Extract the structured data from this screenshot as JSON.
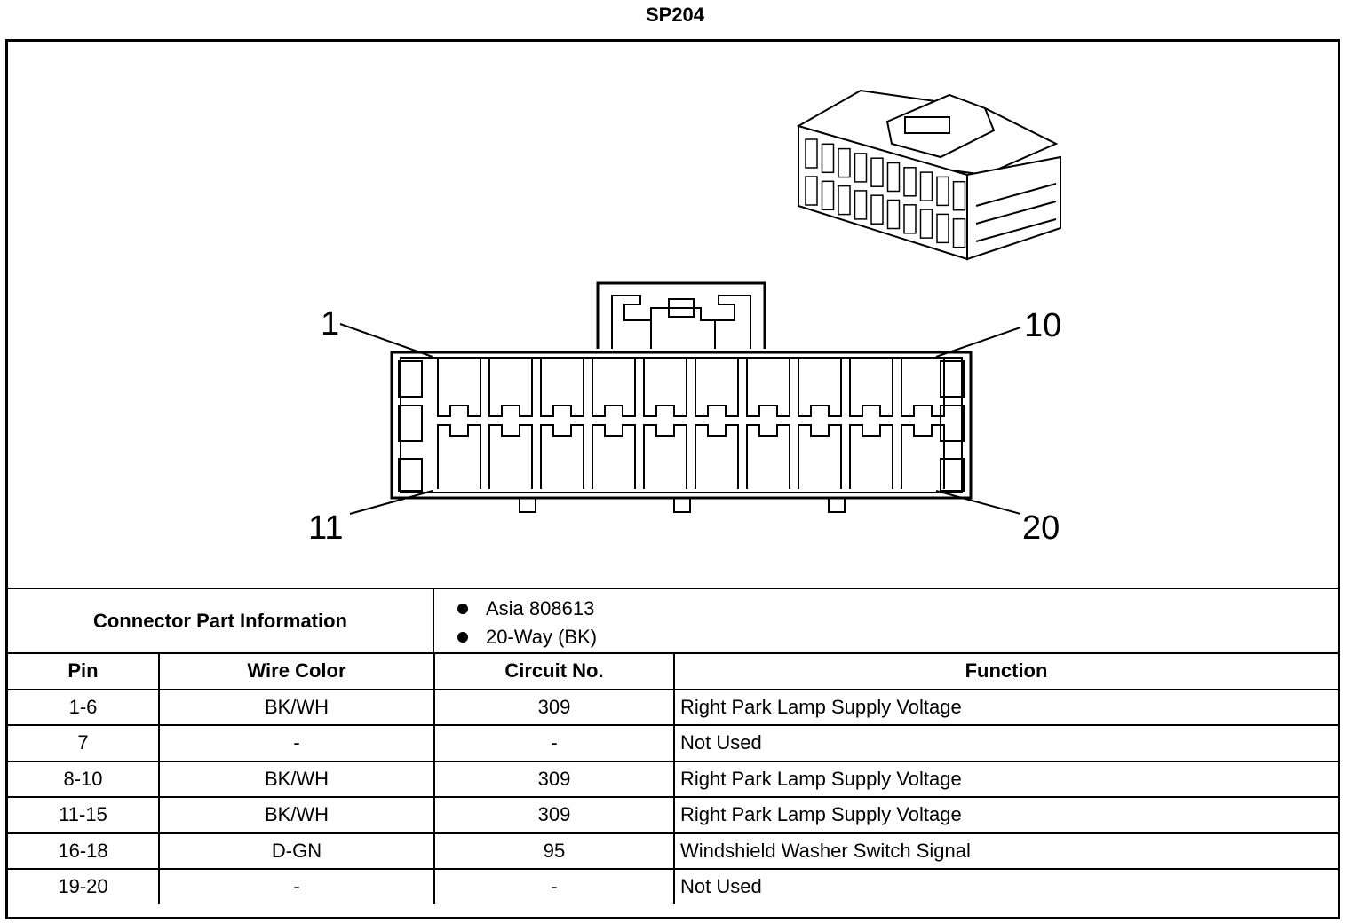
{
  "title": "SP204",
  "pin_labels": {
    "top_left": "1",
    "top_right": "10",
    "bottom_left": "11",
    "bottom_right": "20"
  },
  "connector_info": {
    "label": "Connector Part Information",
    "items": [
      "Asia 808613",
      "20-Way (BK)"
    ]
  },
  "table": {
    "headers": {
      "pin": "Pin",
      "wire_color": "Wire Color",
      "circuit": "Circuit No.",
      "function": "Function"
    },
    "rows": [
      {
        "pin": "1-6",
        "wire_color": "BK/WH",
        "circuit": "309",
        "function": "Right Park Lamp Supply Voltage"
      },
      {
        "pin": "7",
        "wire_color": "-",
        "circuit": "-",
        "function": "Not Used"
      },
      {
        "pin": "8-10",
        "wire_color": "BK/WH",
        "circuit": "309",
        "function": "Right Park Lamp Supply Voltage"
      },
      {
        "pin": "11-15",
        "wire_color": "BK/WH",
        "circuit": "309",
        "function": "Right Park Lamp Supply Voltage"
      },
      {
        "pin": "16-18",
        "wire_color": "D-GN",
        "circuit": "95",
        "function": "Windshield Washer Switch Signal"
      },
      {
        "pin": "19-20",
        "wire_color": "-",
        "circuit": "-",
        "function": "Not Used"
      }
    ]
  }
}
